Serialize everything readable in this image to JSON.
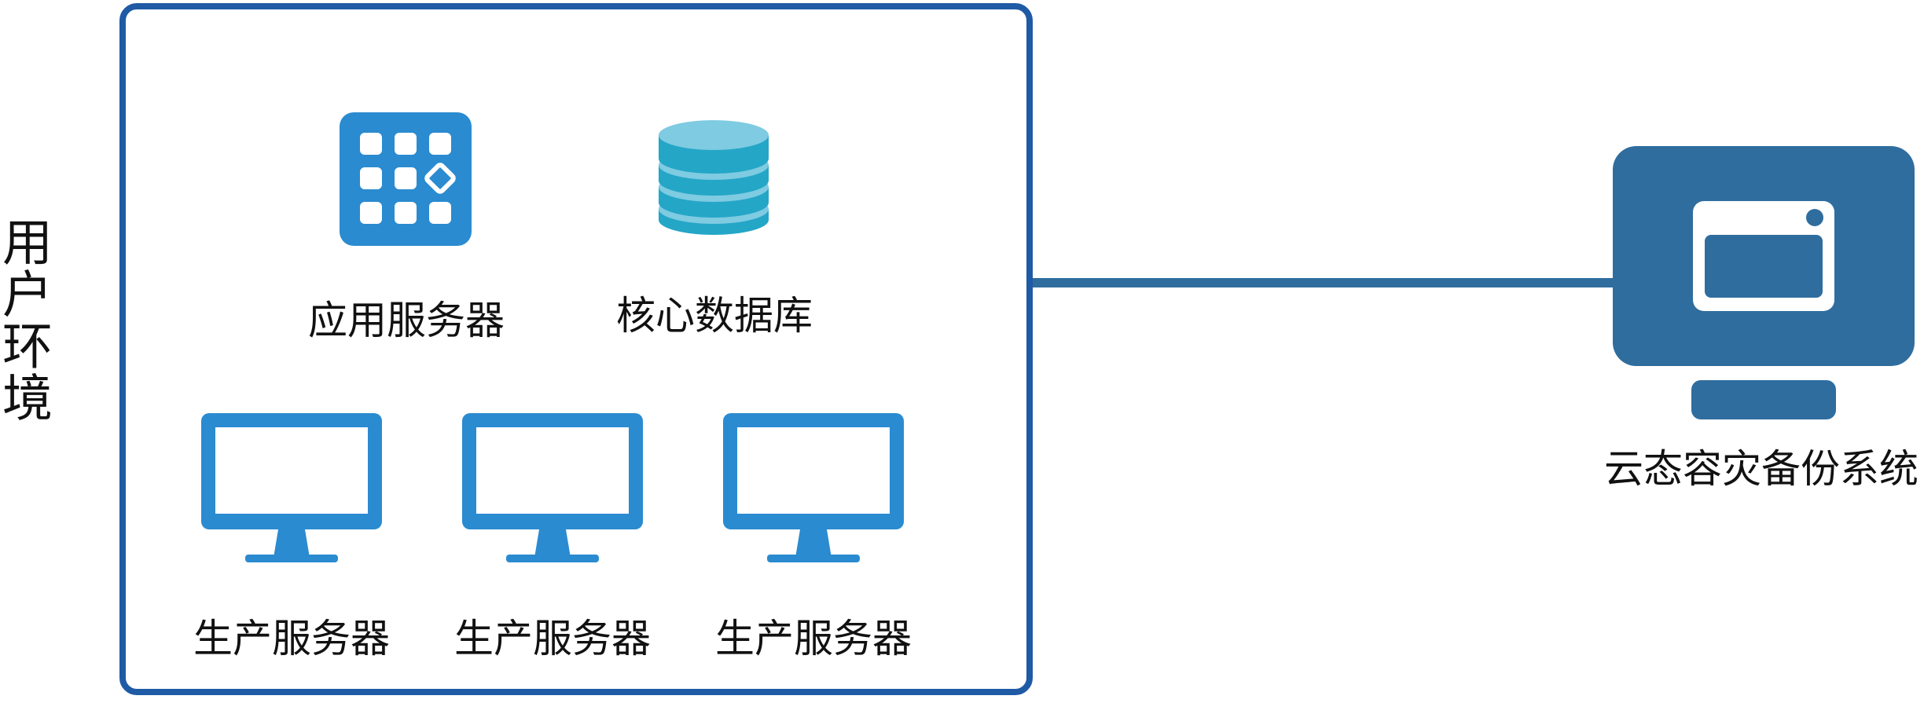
{
  "colors": {
    "box_border": "#1f5aa5",
    "icon_blue": "#2a8bd0",
    "db_dark": "#24a6c7",
    "db_light": "#7ecbe2",
    "connector": "#2f6d9e",
    "backup_system": "#2f6d9e"
  },
  "environment": {
    "label": "用户环境"
  },
  "nodes": {
    "app_server": {
      "label": "应用服务器",
      "icon": "app-grid-icon"
    },
    "core_db": {
      "label": "核心数据库",
      "icon": "database-icon"
    },
    "production_servers": [
      {
        "label": "生产服务器",
        "icon": "monitor-icon"
      },
      {
        "label": "生产服务器",
        "icon": "monitor-icon"
      },
      {
        "label": "生产服务器",
        "icon": "monitor-icon"
      }
    ],
    "backup_system": {
      "label": "云态容灾备份系统",
      "icon": "backup-terminal-icon"
    }
  }
}
